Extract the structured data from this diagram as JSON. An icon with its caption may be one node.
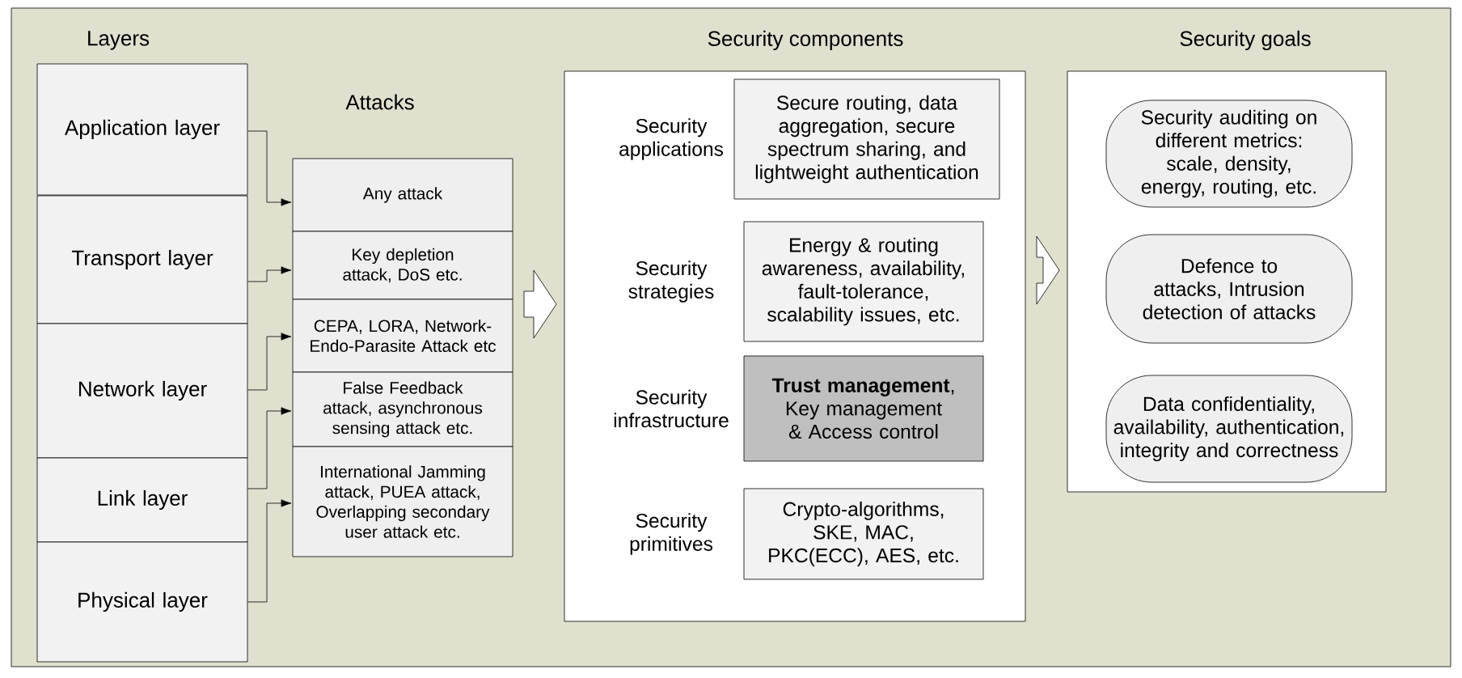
{
  "diagram": {
    "nodes": [
      {
        "text": [
          "Application layer"
        ]
      },
      {
        "text": [
          "Transport layer"
        ]
      },
      {
        "text": [
          "Network layer"
        ]
      },
      {
        "text": [
          "Link layer"
        ]
      },
      {
        "text": [
          "Physical layer"
        ]
      },
      {
        "text": [
          "Any attack"
        ]
      },
      {
        "text": [
          "Key depletion attack, DoS etc."
        ]
      },
      {
        "text": [
          "CEPA, LORA, Network-Endo-Parasite Attack etc"
        ]
      },
      {
        "text": [
          "False Feedback attack, asynchronous sensing attack etc."
        ]
      },
      {
        "text": [
          "International Jamming attack, PUEA attack, Overlapping secondary user attack etc."
        ]
      },
      {
        "text": [
          "Security components"
        ]
      },
      {
        "text": [
          "Secure routing, data aggregation, secure spectrum sharing, and lightweight authentication"
        ],
        "beside": [
          "Security applications"
        ],
        "in": 10
      },
      {
        "text": [
          "Energy & routing awareness, availability, fault-tolerance, scalability issues, etc."
        ],
        "beside": [
          "Security strategies"
        ],
        "in": 10
      },
      {
        "text": [
          "**Trust management**, Key management & Access control"
        ],
        "beside": [
          "Security infrastructure"
        ],
        "in": 10
      },
      {
        "text": [
          "Crypto-algorithms, SKE, MAC, PKC(ECC), AES, etc."
        ],
        "beside": [
          "Security primitives"
        ],
        "in": 10
      },
      {
        "text": [
          "Security goals"
        ]
      },
      {
        "text": [
          "Security auditing on different metrics: scale, density, energy, routing, etc."
        ],
        "in": 15
      },
      {
        "text": [
          "Defence to attacks, Intrusion detection of attacks"
        ],
        "in": 15
      },
      {
        "text": [
          "Data confidentiality, availability, authentication, integrity and correctness"
        ],
        "in": 15
      }
    ],
    "edges": [
      {
        "from": 0,
        "to": 5,
        "arrow": "to"
      },
      {
        "from": 1,
        "to": 6,
        "arrow": "to"
      },
      {
        "from": 2,
        "to": 7,
        "arrow": "to"
      },
      {
        "from": 3,
        "to": 8,
        "arrow": "to"
      },
      {
        "from": 4,
        "to": 9,
        "arrow": "to"
      },
      {
        "from": null,
        "to": 10,
        "arrow": "to",
        "style": "thick"
      },
      {
        "from": 10,
        "to": 15,
        "arrow": "to",
        "style": "thick"
      }
    ],
    "labels": [
      "Layers",
      "Attacks"
    ]
  }
}
